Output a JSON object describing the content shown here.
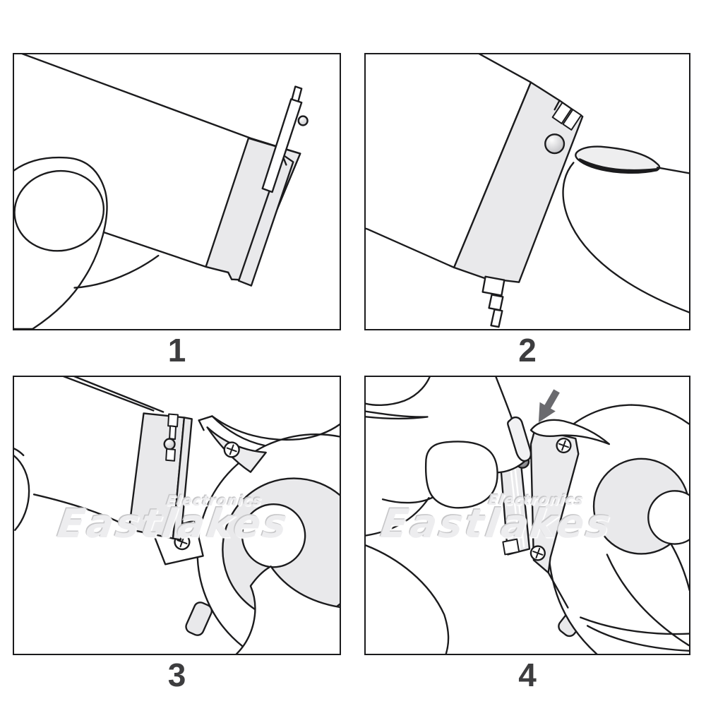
{
  "page": {
    "background": "#ffffff"
  },
  "style": {
    "line_color": "#1b1b1d",
    "fill_light_gray": "#e9e9eb",
    "fill_plate_gray": "#ebebed",
    "number_color": "#3d3d3f",
    "arrow_color": "#6a6a6e",
    "watermark_color": "#c6c6c8"
  },
  "panels": [
    {
      "number": "1",
      "scene": "thumb-holding-strap-with-quick-release-spring-bar"
    },
    {
      "number": "2",
      "scene": "fingertip-sliding-quick-release-knob-on-strap-end"
    },
    {
      "number": "3",
      "scene": "aligning-strap-end-with-watch-lugs",
      "watermark": {
        "tagline": "Electronics",
        "brand": "Eastlakes"
      }
    },
    {
      "number": "4",
      "scene": "pressing-strap-into-watch-lugs-arrow-down",
      "watermark": {
        "tagline": "Electronics",
        "brand": "Eastlakes"
      }
    }
  ]
}
